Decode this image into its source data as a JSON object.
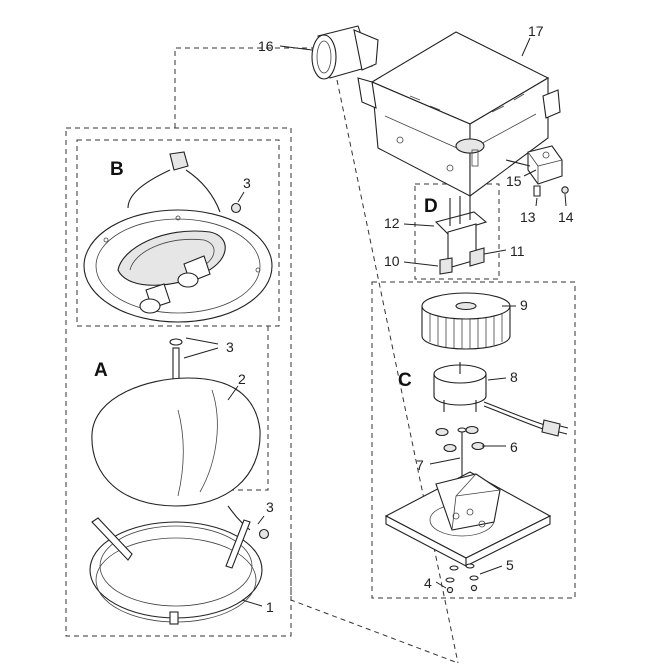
{
  "groups": {
    "a": "A",
    "b": "B",
    "c": "C",
    "d": "D"
  },
  "callouts": {
    "c1": "1",
    "c2": "2",
    "c3a": "3",
    "c3b": "3",
    "c3c": "3",
    "c4": "4",
    "c5": "5",
    "c6": "6",
    "c7": "7",
    "c8": "8",
    "c9": "9",
    "c10": "10",
    "c11": "11",
    "c12": "12",
    "c13": "13",
    "c14": "14",
    "c15": "15",
    "c16": "16",
    "c17": "17"
  },
  "colors": {
    "ink": "#222222",
    "paper": "#ffffff",
    "shade": "#e6e6e6"
  }
}
